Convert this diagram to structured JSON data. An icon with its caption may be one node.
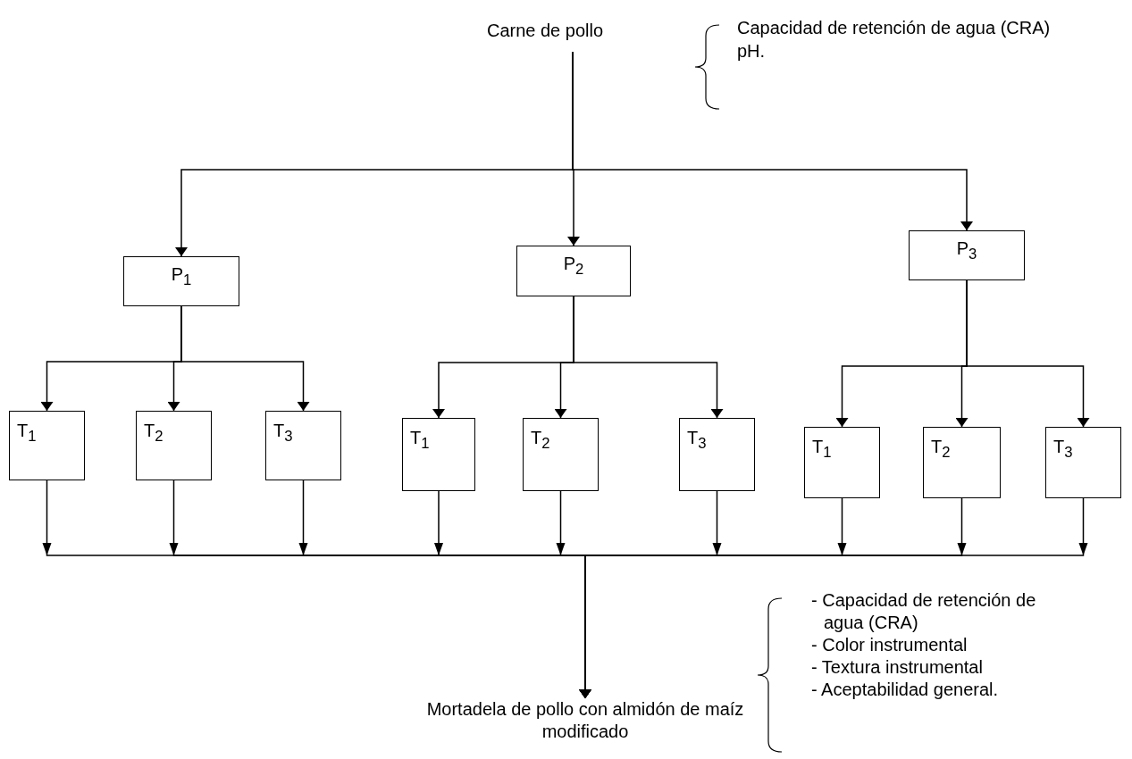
{
  "diagram": {
    "nodes": [
      {
        "text": [
          "Carne de pollo"
        ],
        "beside": [
          "Capacidad de retención de agua (CRA)",
          "pH."
        ]
      },
      {
        "text": [
          "P$_{1}$"
        ]
      },
      {
        "text": [
          "P$_{2}$"
        ]
      },
      {
        "text": [
          "P$_{3}$"
        ]
      },
      {
        "text": [
          "T$_{1}$"
        ]
      },
      {
        "text": [
          "T$_{2}$"
        ]
      },
      {
        "text": [
          "T$_{3}$"
        ]
      },
      {
        "text": [
          "T$_{1}$"
        ]
      },
      {
        "text": [
          "T$_{2}$"
        ]
      },
      {
        "text": [
          "T$_{3}$"
        ]
      },
      {
        "text": [
          "T$_{1}$"
        ]
      },
      {
        "text": [
          "T$_{2}$"
        ]
      },
      {
        "text": [
          "T$_{3}$"
        ]
      },
      {
        "text": [
          "Mortadela de pollo con almidón de maíz modificado"
        ],
        "beside": [
          "- Capacidad de retención de agua (CRA)",
          "- Color instrumental",
          "- Textura instrumental",
          "- Aceptabilidad general."
        ]
      }
    ],
    "edges": [
      {
        "from": 0,
        "to": 1,
        "arrow": "to"
      },
      {
        "from": 0,
        "to": 2,
        "arrow": "to"
      },
      {
        "from": 0,
        "to": 3,
        "arrow": "to"
      },
      {
        "from": 1,
        "to": 4,
        "arrow": "to"
      },
      {
        "from": 1,
        "to": 5,
        "arrow": "to"
      },
      {
        "from": 1,
        "to": 6,
        "arrow": "to"
      },
      {
        "from": 2,
        "to": 7,
        "arrow": "to"
      },
      {
        "from": 2,
        "to": 8,
        "arrow": "to"
      },
      {
        "from": 2,
        "to": 9,
        "arrow": "to"
      },
      {
        "from": 3,
        "to": 10,
        "arrow": "to"
      },
      {
        "from": 3,
        "to": 11,
        "arrow": "to"
      },
      {
        "from": 3,
        "to": 12,
        "arrow": "to"
      },
      {
        "from": 4,
        "to": 13,
        "arrow": "to"
      },
      {
        "from": 5,
        "to": 13,
        "arrow": "to"
      },
      {
        "from": 6,
        "to": 13,
        "arrow": "to"
      },
      {
        "from": 7,
        "to": 13,
        "arrow": "to"
      },
      {
        "from": 8,
        "to": 13,
        "arrow": "to"
      },
      {
        "from": 9,
        "to": 13,
        "arrow": "to"
      },
      {
        "from": 10,
        "to": 13,
        "arrow": "to"
      },
      {
        "from": 11,
        "to": 13,
        "arrow": "to"
      },
      {
        "from": 12,
        "to": 13,
        "arrow": "to"
      }
    ]
  }
}
